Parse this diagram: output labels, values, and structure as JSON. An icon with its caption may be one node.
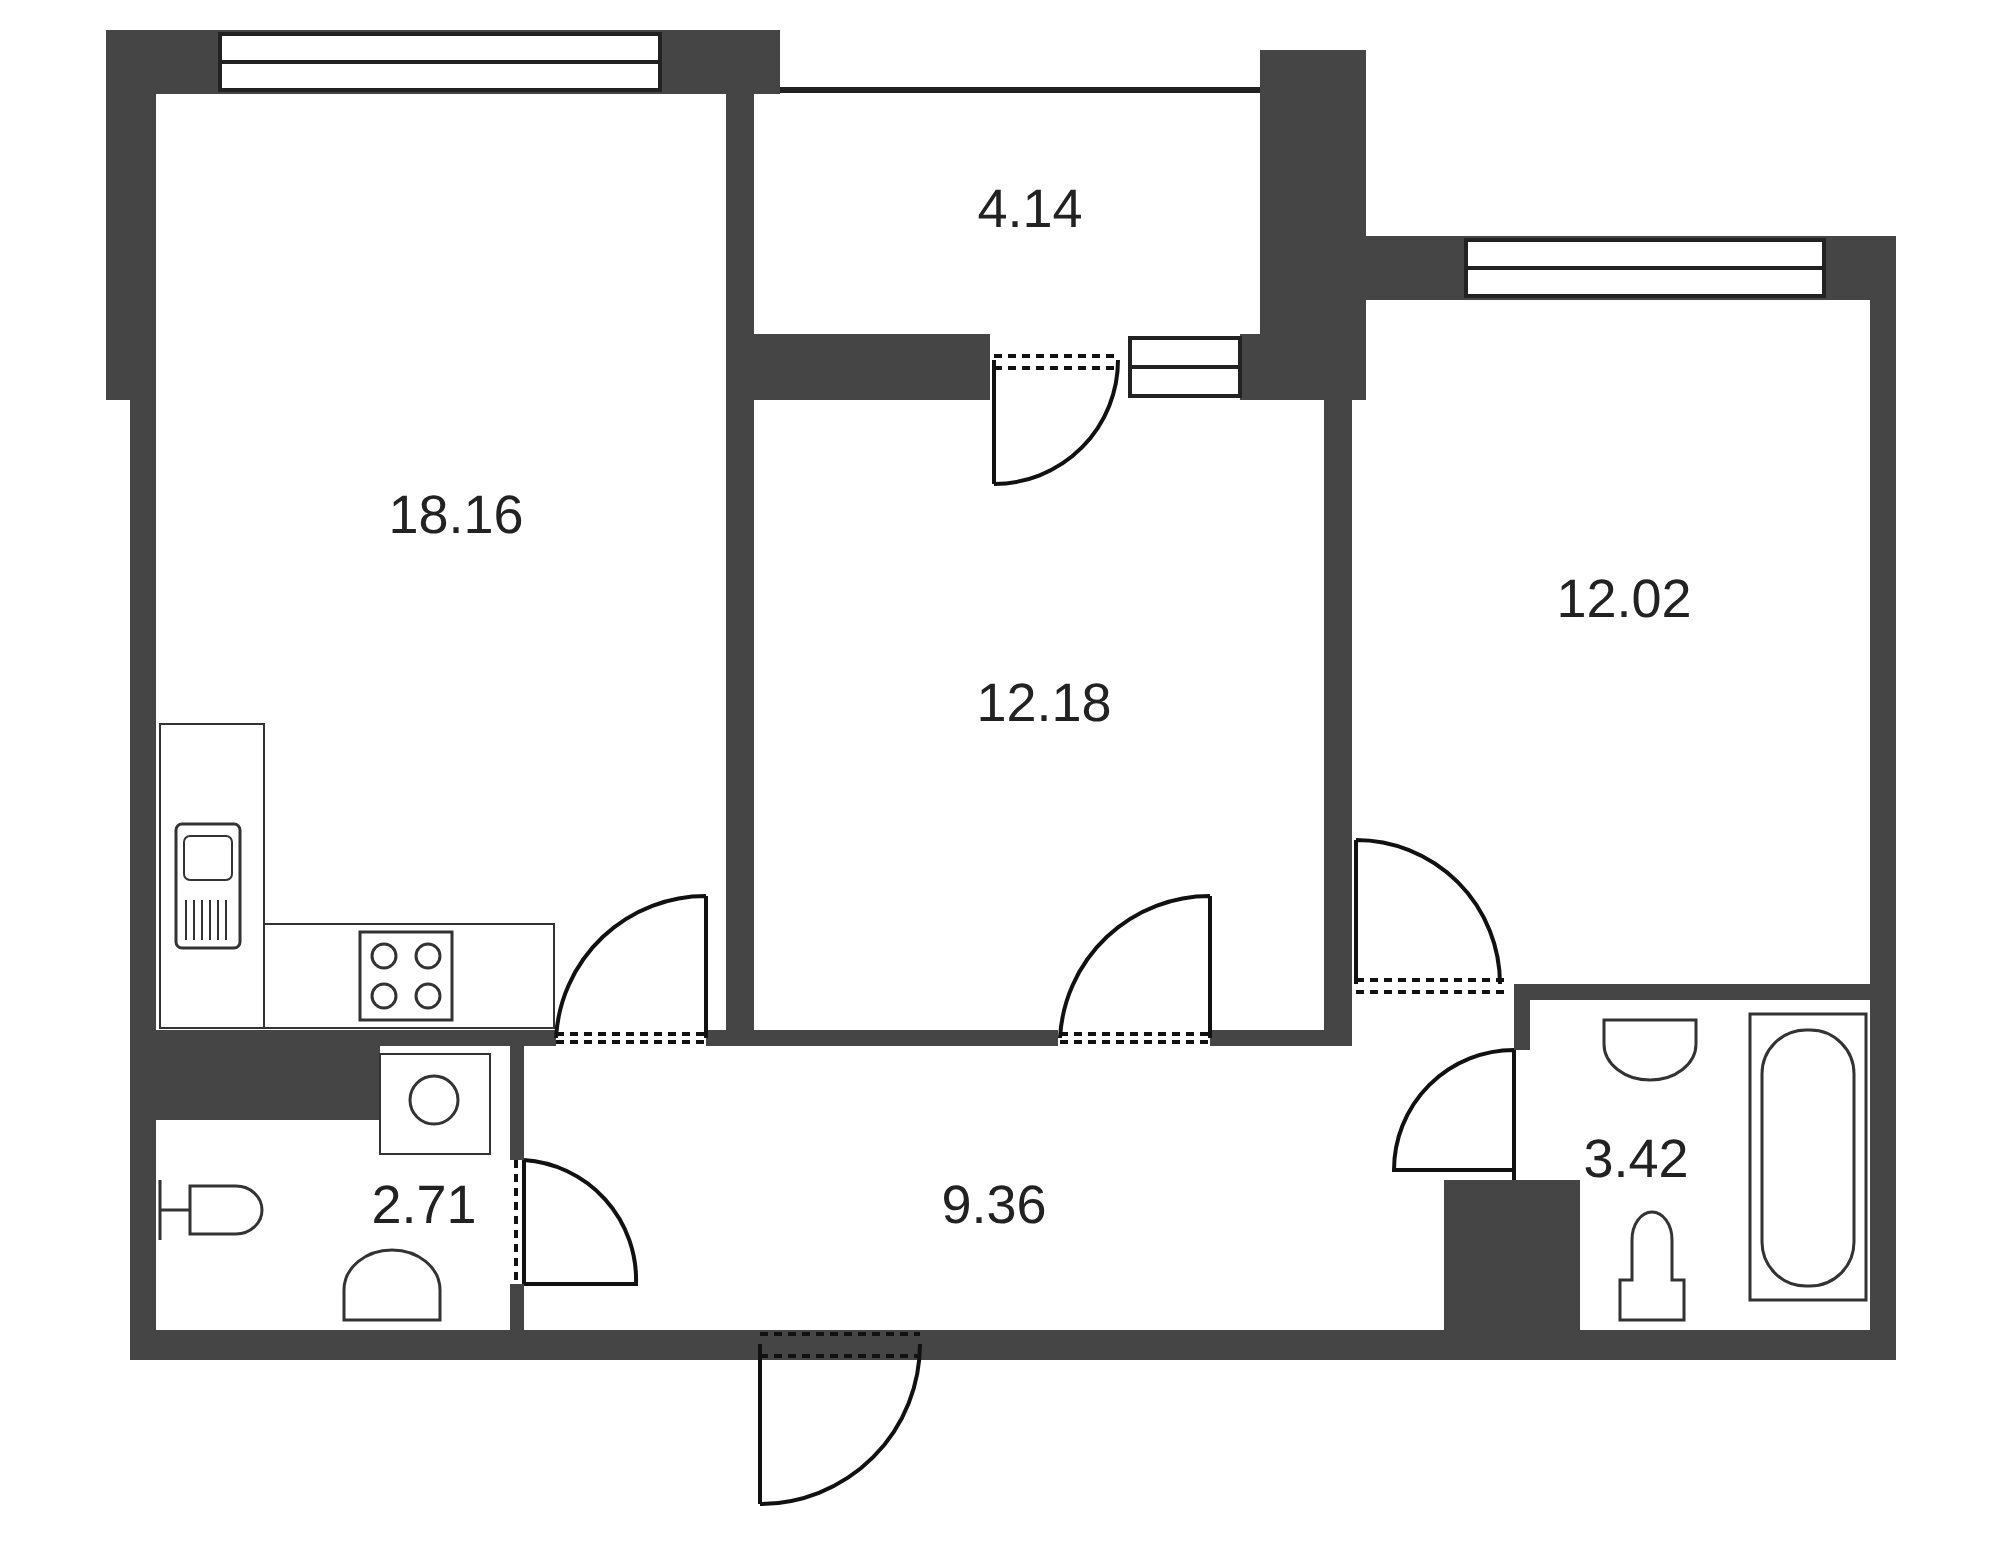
{
  "diagram": {
    "nodes": [
      {
        "text": [
          "4.14"
        ]
      },
      {
        "text": [
          "18.16"
        ]
      },
      {
        "text": [
          "12.02"
        ]
      },
      {
        "text": [
          "12.18"
        ]
      },
      {
        "text": [
          "2.71"
        ]
      },
      {
        "text": [
          "9.36"
        ]
      },
      {
        "text": [
          "3.42"
        ]
      }
    ]
  }
}
